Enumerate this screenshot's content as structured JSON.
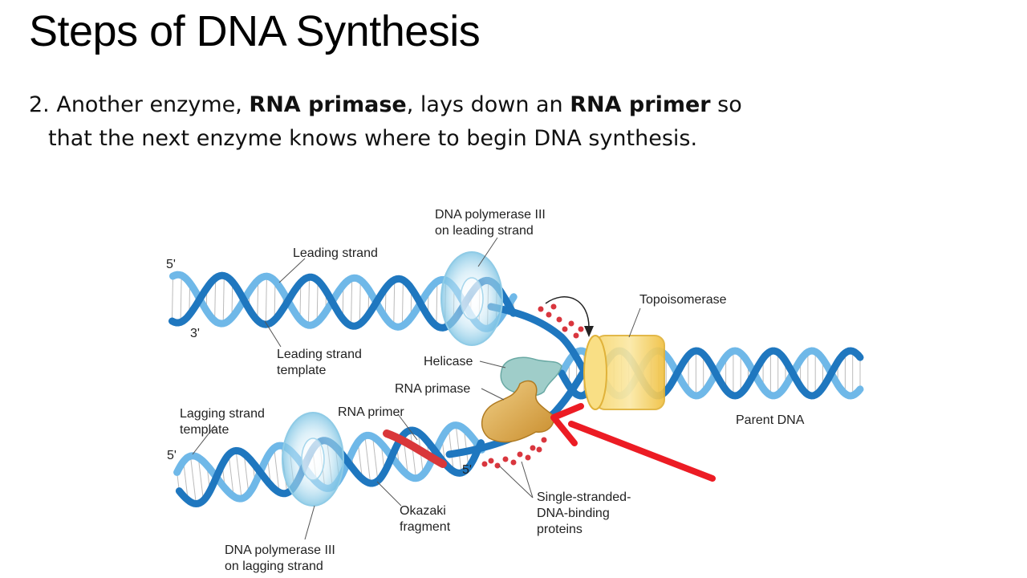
{
  "slide": {
    "title": "Steps of DNA Synthesis",
    "step_number": "2.",
    "text_1": " Another enzyme, ",
    "bold_1": "RNA primase",
    "text_2": ", lays down an ",
    "bold_2": "RNA primer",
    "text_3": " so that the next enzyme knows where to begin DNA synthesis."
  },
  "diagram": {
    "labels": {
      "pol3_leading": [
        "DNA polymerase III",
        "on leading strand"
      ],
      "leading_strand": "Leading strand",
      "topoisomerase": "Topoisomerase",
      "five_prime_top": "5'",
      "three_prime_top": "3'",
      "leading_template": [
        "Leading strand",
        "template"
      ],
      "helicase": "Helicase",
      "rna_primase": "RNA primase",
      "rna_primer": "RNA primer",
      "lagging_template": [
        "Lagging strand",
        "template"
      ],
      "parent_dna": "Parent DNA",
      "five_prime_bottom": "5'",
      "five_prime_mid": "5'",
      "okazaki": [
        "Okazaki",
        "fragment"
      ],
      "ssb": [
        "Single-stranded-",
        "DNA-binding",
        "proteins"
      ],
      "pol3_lagging": [
        "DNA polymerase III",
        "on lagging strand"
      ]
    },
    "colors": {
      "strand_dark": "#1f77bf",
      "strand_light": "#6fb8e8",
      "rna_primer": "#d9373a",
      "topoisomerase": "#f4c84a",
      "helicase": "#8cc2c0",
      "primase": "#d9a545",
      "ssb": "#d9363e",
      "arrow": "#ec1c24"
    }
  }
}
